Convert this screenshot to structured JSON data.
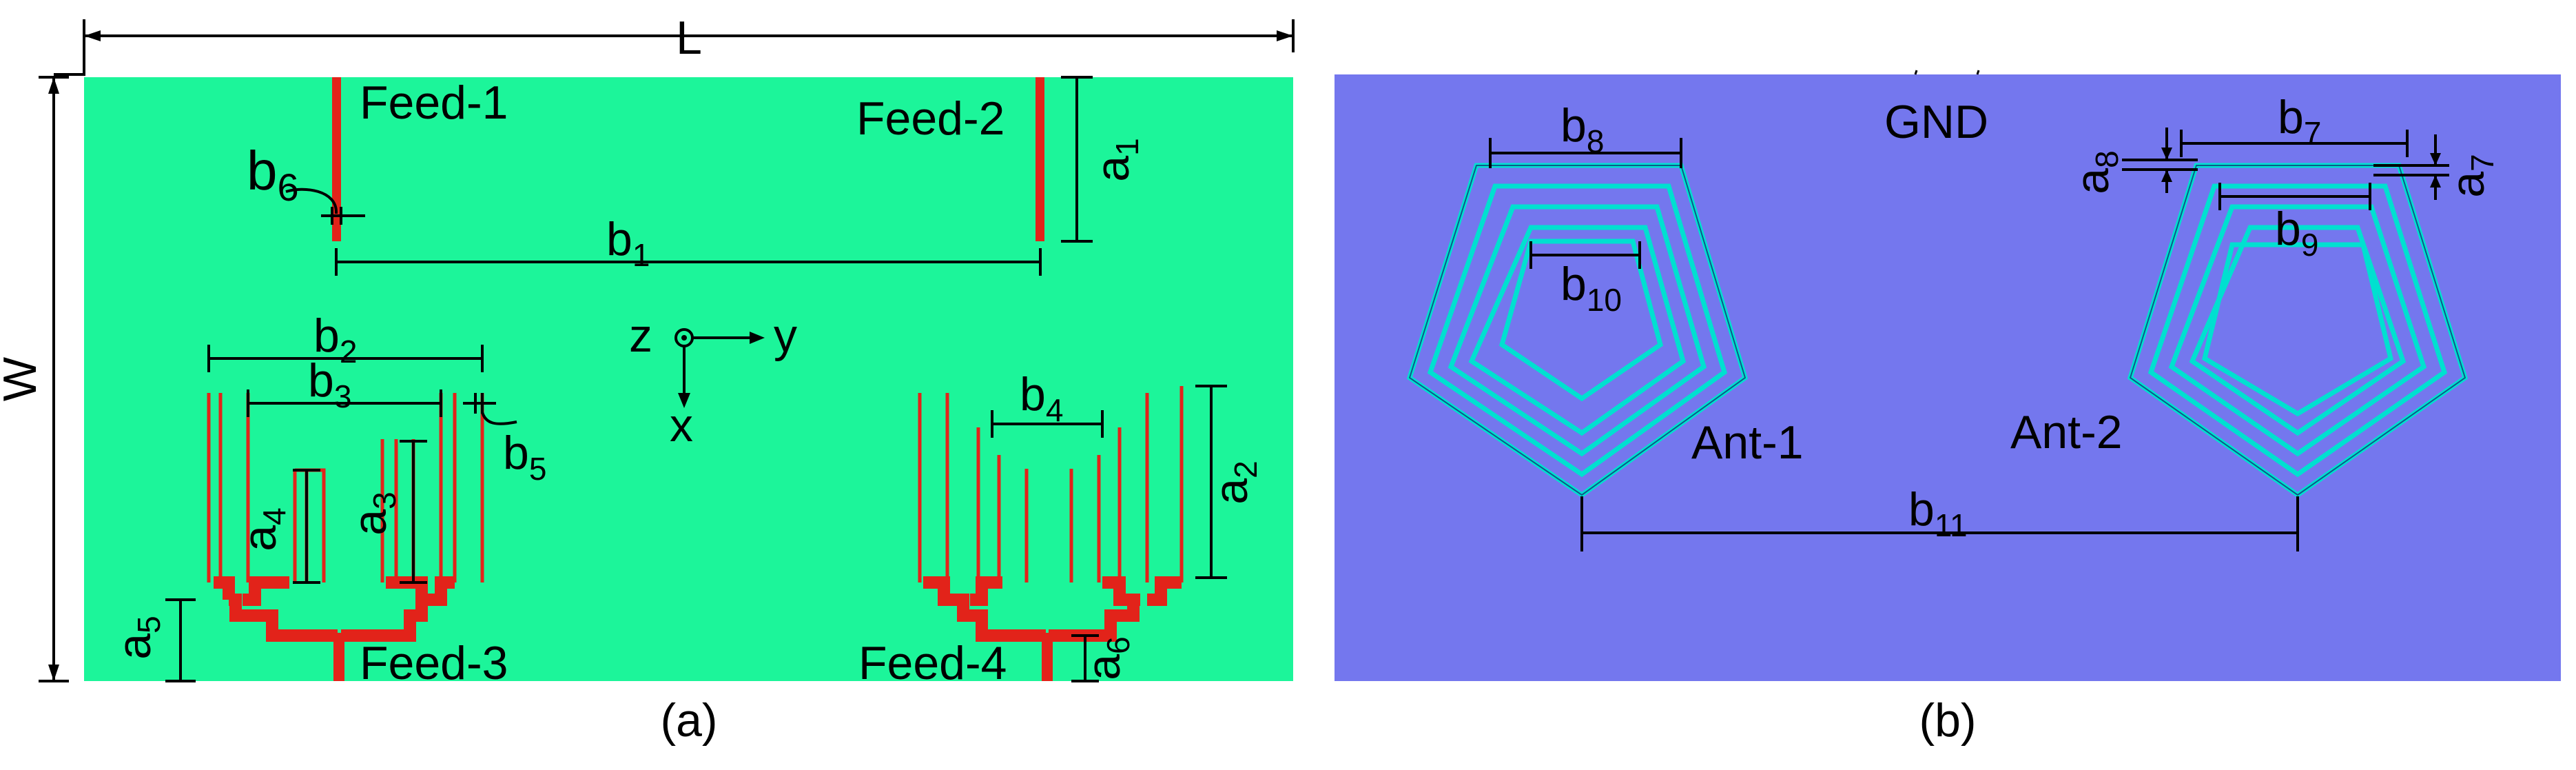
{
  "colors": {
    "substrate_top": "#1cf59a",
    "ground_plane": "#7477ee",
    "feed_trace": "#e2231a",
    "spiral_trace": "#00e0d0"
  },
  "panel_a": {
    "caption": "(a)",
    "overall_length": "L",
    "overall_width": "W",
    "feeds": [
      "Feed-1",
      "Feed-2",
      "Feed-3",
      "Feed-4"
    ],
    "axes": {
      "z": "z",
      "y": "y",
      "x": "x"
    },
    "dims": {
      "a1": {
        "base": "a",
        "sub": "1"
      },
      "a2": {
        "base": "a",
        "sub": "2"
      },
      "a3": {
        "base": "a",
        "sub": "3"
      },
      "a4": {
        "base": "a",
        "sub": "4"
      },
      "a5": {
        "base": "a",
        "sub": "5"
      },
      "a6": {
        "base": "a",
        "sub": "6"
      },
      "b1": {
        "base": "b",
        "sub": "1"
      },
      "b2": {
        "base": "b",
        "sub": "2"
      },
      "b3": {
        "base": "b",
        "sub": "3"
      },
      "b4": {
        "base": "b",
        "sub": "4"
      },
      "b5": {
        "base": "b",
        "sub": "5"
      },
      "b6": {
        "base": "b",
        "sub": "6"
      }
    }
  },
  "panel_b": {
    "caption": "(b)",
    "ground_label": "GND",
    "antennas": [
      "Ant-1",
      "Ant-2"
    ],
    "dims": {
      "a7": {
        "base": "a",
        "sub": "7"
      },
      "a8": {
        "base": "a",
        "sub": "8"
      },
      "b7": {
        "base": "b",
        "sub": "7"
      },
      "b8": {
        "base": "b",
        "sub": "8"
      },
      "b9": {
        "base": "b",
        "sub": "9"
      },
      "b10": {
        "base": "b",
        "sub": "10"
      },
      "b11": {
        "base": "b",
        "sub": "11"
      }
    }
  }
}
